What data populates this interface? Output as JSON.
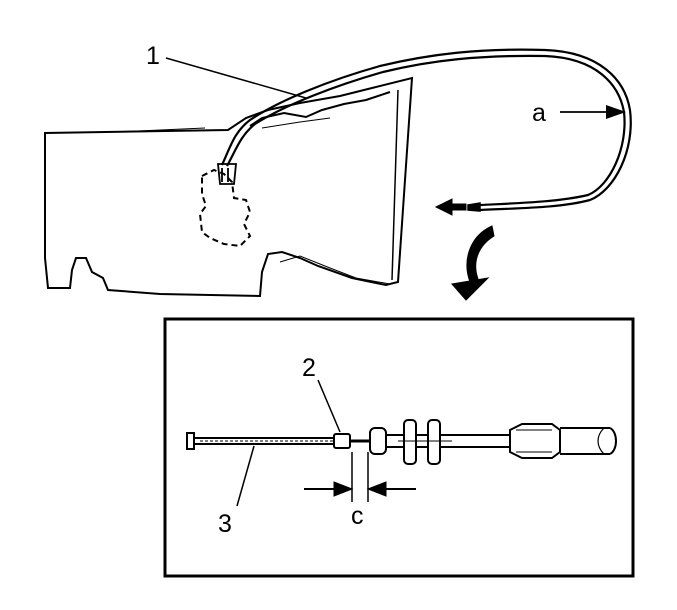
{
  "labels": {
    "callout_1": "1",
    "callout_2": "2",
    "callout_3": "3",
    "dimension_a": "a",
    "dimension_c": "c"
  }
}
